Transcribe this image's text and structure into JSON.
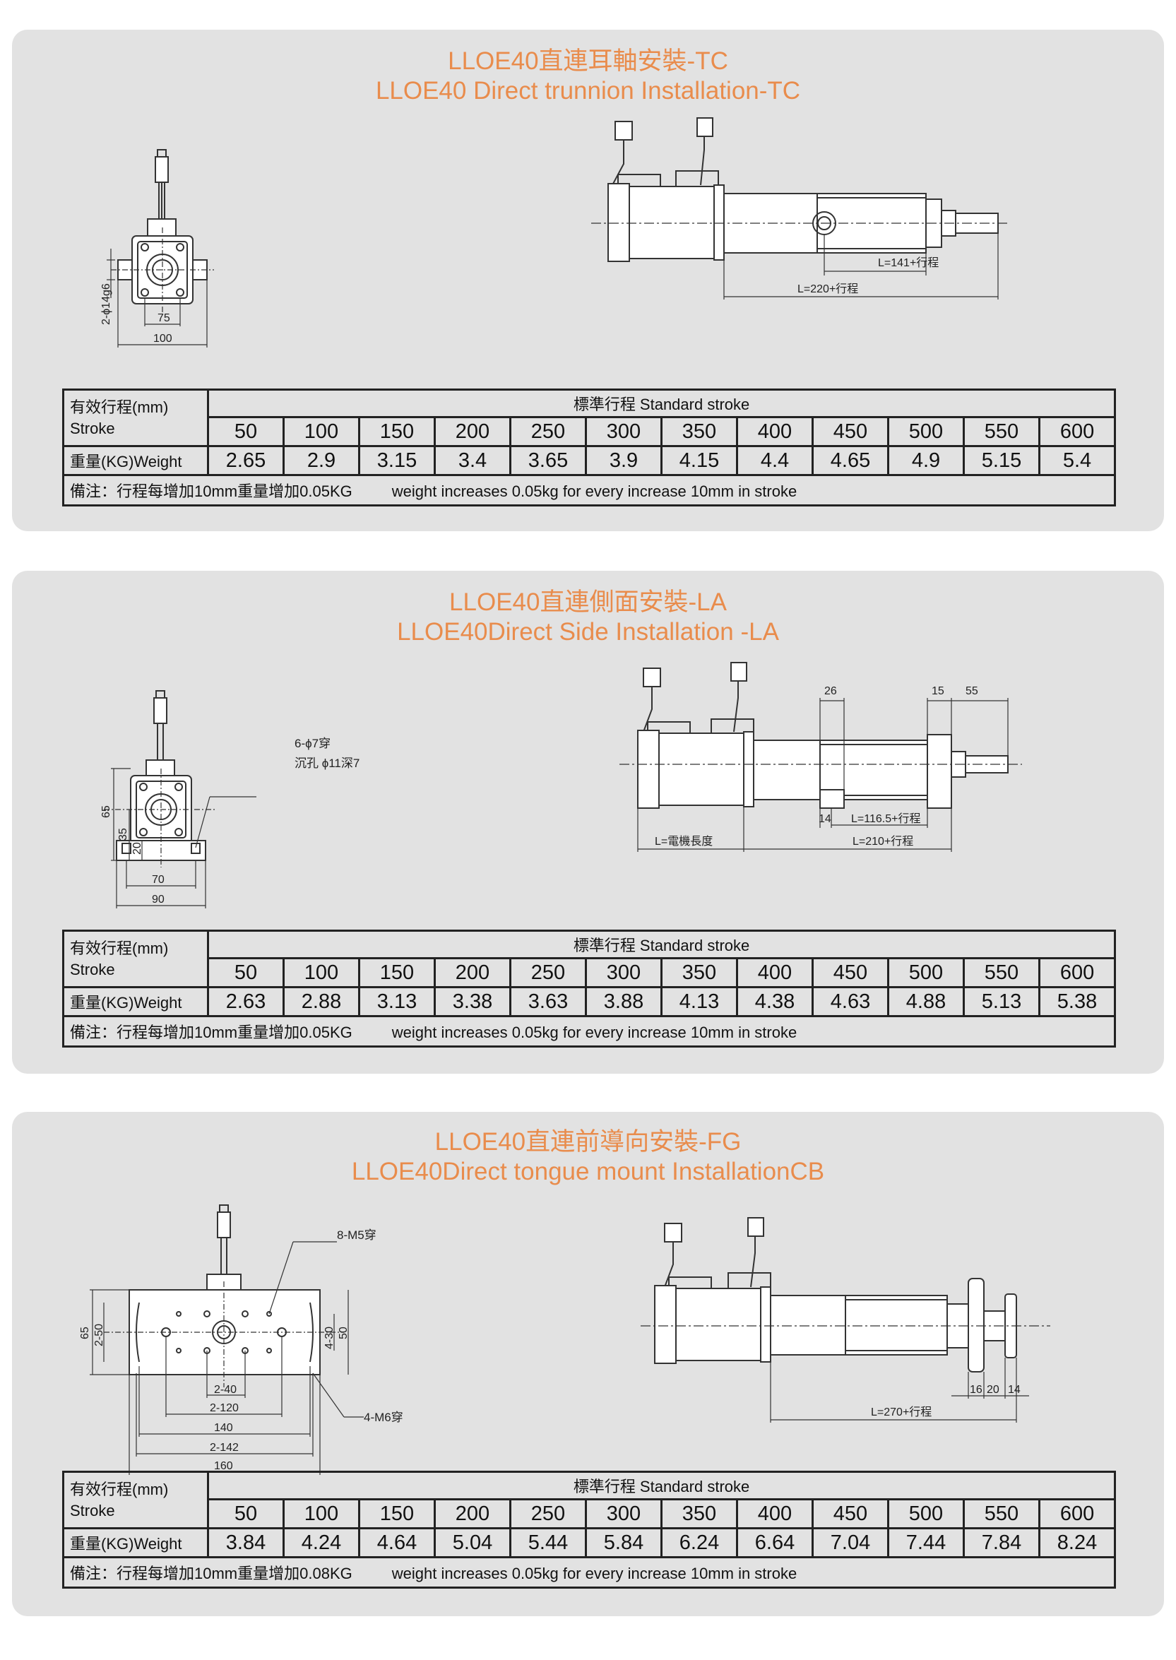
{
  "table_header": {
    "stroke_label_cn": "有效行程(mm)",
    "stroke_label_en": "Stroke",
    "standard_stroke": "標準行程   Standard stroke",
    "weight_label": "重量(KG)Weight"
  },
  "sections": [
    {
      "title_cn": "LLOE40直連耳軸安裝-TC",
      "title_en": "LLOE40 Direct trunnion Installation-TC",
      "dims": {
        "d1": "2-ϕ14g6",
        "d2": "75",
        "d3": "100",
        "d4": "L=141+行程",
        "d5": "L=220+行程"
      },
      "strokes": [
        "50",
        "100",
        "150",
        "200",
        "250",
        "300",
        "350",
        "400",
        "450",
        "500",
        "550",
        "600"
      ],
      "weights": [
        "2.65",
        "2.9",
        "3.15",
        "3.4",
        "3.65",
        "3.9",
        "4.15",
        "4.4",
        "4.65",
        "4.9",
        "5.15",
        "5.4"
      ],
      "note_cn": "備注：行程每增加10mm重量增加0.05KG",
      "note_en": "weight increases 0.05kg for every increase 10mm in stroke"
    },
    {
      "title_cn": "LLOE40直連側面安裝-LA",
      "title_en": "LLOE40Direct  Side Installation -LA",
      "dims": {
        "d1": "6-ϕ7穿",
        "d2": "沉孔 ϕ11深7",
        "d3": "65",
        "d4": "35",
        "d5": "20",
        "d6": "70",
        "d7": "90",
        "d8": "26",
        "d9": "15",
        "d10": "55",
        "d11": "14",
        "d12": "L=116.5+行程",
        "d13": "L=電機長度",
        "d14": "L=210+行程"
      },
      "strokes": [
        "50",
        "100",
        "150",
        "200",
        "250",
        "300",
        "350",
        "400",
        "450",
        "500",
        "550",
        "600"
      ],
      "weights": [
        "2.63",
        "2.88",
        "3.13",
        "3.38",
        "3.63",
        "3.88",
        "4.13",
        "4.38",
        "4.63",
        "4.88",
        "5.13",
        "5.38"
      ],
      "note_cn": "備注：行程每增加10mm重量增加0.05KG",
      "note_en": "weight increases 0.05kg for every increase 10mm in stroke"
    },
    {
      "title_cn": "LLOE40直連前導向安裝-FG",
      "title_en": "LLOE40Direct  tongue mount InstallationCB",
      "dims": {
        "d1": "8-M5穿",
        "d2": "65",
        "d3": "2-50",
        "d4": "4-30",
        "d5": "50",
        "d6": "2-40",
        "d7": "2-120",
        "d8": "140",
        "d9": "2-142",
        "d10": "160",
        "d11": "4-M6穿",
        "d12": "16",
        "d13": "20",
        "d14": "14",
        "d15": "L=270+行程"
      },
      "strokes": [
        "50",
        "100",
        "150",
        "200",
        "250",
        "300",
        "350",
        "400",
        "450",
        "500",
        "550",
        "600"
      ],
      "weights": [
        "3.84",
        "4.24",
        "4.64",
        "5.04",
        "5.44",
        "5.84",
        "6.24",
        "6.64",
        "7.04",
        "7.44",
        "7.84",
        "8.24"
      ],
      "note_cn": "備注：行程每增加10mm重量增加0.08KG",
      "note_en": "weight increases 0.05kg for every increase 10mm in stroke"
    }
  ]
}
